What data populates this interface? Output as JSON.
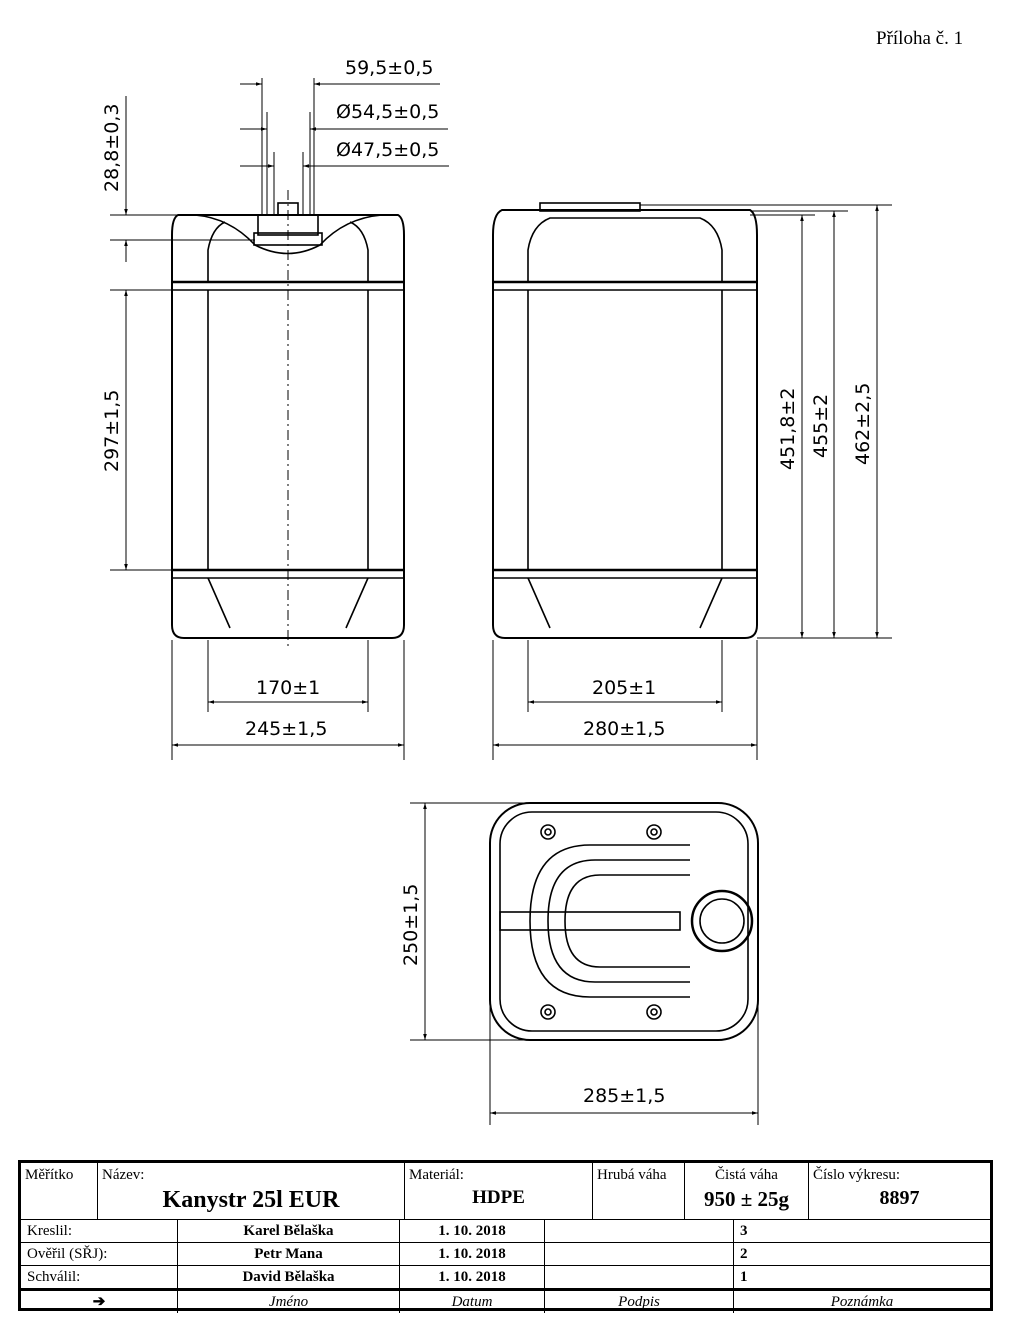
{
  "annex": "Příloha č. 1",
  "dimensions": {
    "neck_outer": "59,5±0,5",
    "thread_diameter": "Ø54,5±0,5",
    "inner_diameter": "Ø47,5±0,5",
    "neck_height": "28,8±0,3",
    "label_height": "297±1,5",
    "front_inner_width": "170±1",
    "front_width": "245±1,5",
    "side_inner_width": "205±1",
    "side_width": "280±1,5",
    "height_1": "451,8±2",
    "height_2": "455±2",
    "height_3": "462±2,5",
    "top_depth": "250±1,5",
    "top_width": "285±1,5"
  },
  "title_block": {
    "scale_label": "Měřítko",
    "name_label": "Název:",
    "name": "Kanystr 25l EUR",
    "material_label": "Materiál:",
    "material": "HDPE",
    "gross_weight_label": "Hrubá váha",
    "net_weight_label": "Čistá váha",
    "net_weight": "950 ± 25g",
    "drawing_no_label": "Číslo výkresu:",
    "drawing_no": "8897",
    "rows": [
      {
        "role": "Kreslil:",
        "name": "Karel Bělaška",
        "date": "1. 10. 2018",
        "sign": "",
        "note": "3"
      },
      {
        "role": "Ověřil (SŘJ):",
        "name": "Petr Mana",
        "date": "1. 10. 2018",
        "sign": "",
        "note": "2"
      },
      {
        "role": "Schválil:",
        "name": "David Bělaška",
        "date": "1. 10. 2018",
        "sign": "",
        "note": "1"
      }
    ],
    "footer": {
      "arrow": "➔",
      "name": "Jméno",
      "date": "Datum",
      "sign": "Podpis",
      "note": "Poznámka"
    }
  }
}
